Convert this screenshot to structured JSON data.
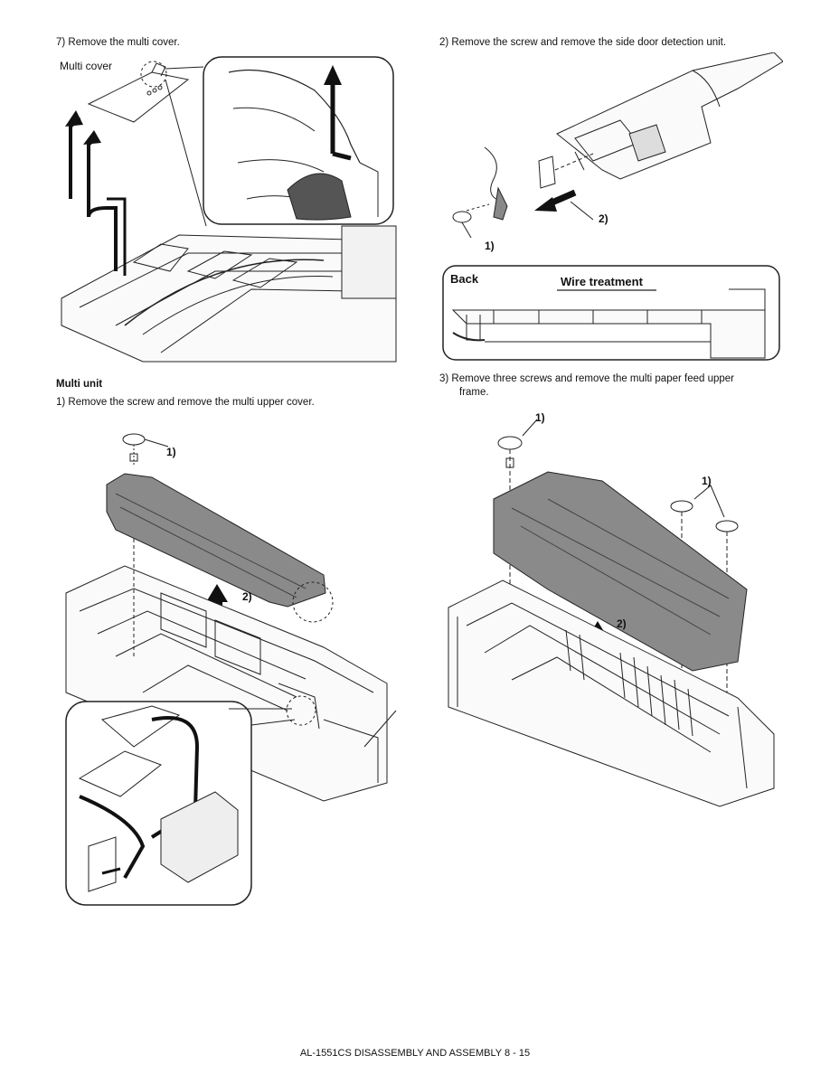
{
  "left": {
    "step7": "7)  Remove the multi cover.",
    "fig1_label_multi_cover": "Multi cover",
    "section_title": "Multi unit",
    "step1": "1)  Remove the screw and remove the multi upper cover.",
    "fig2_callout_1": "1)",
    "fig2_callout_2": "2)"
  },
  "right": {
    "step2": "2)  Remove the screw and remove the side door detection unit.",
    "fig3_callout_1": "1)",
    "fig3_callout_2": "2)",
    "back_label": "Back",
    "wire_treatment_label": "Wire treatment",
    "step3_line1": "3)  Remove three screws and remove the multi paper feed upper",
    "step3_line2": "frame.",
    "fig4_callout_1a": "1)",
    "fig4_callout_1b": "1)",
    "fig4_callout_2": "2)"
  },
  "footer": "AL-1551CS DISASSEMBLY AND ASSEMBLY 8 - 15"
}
